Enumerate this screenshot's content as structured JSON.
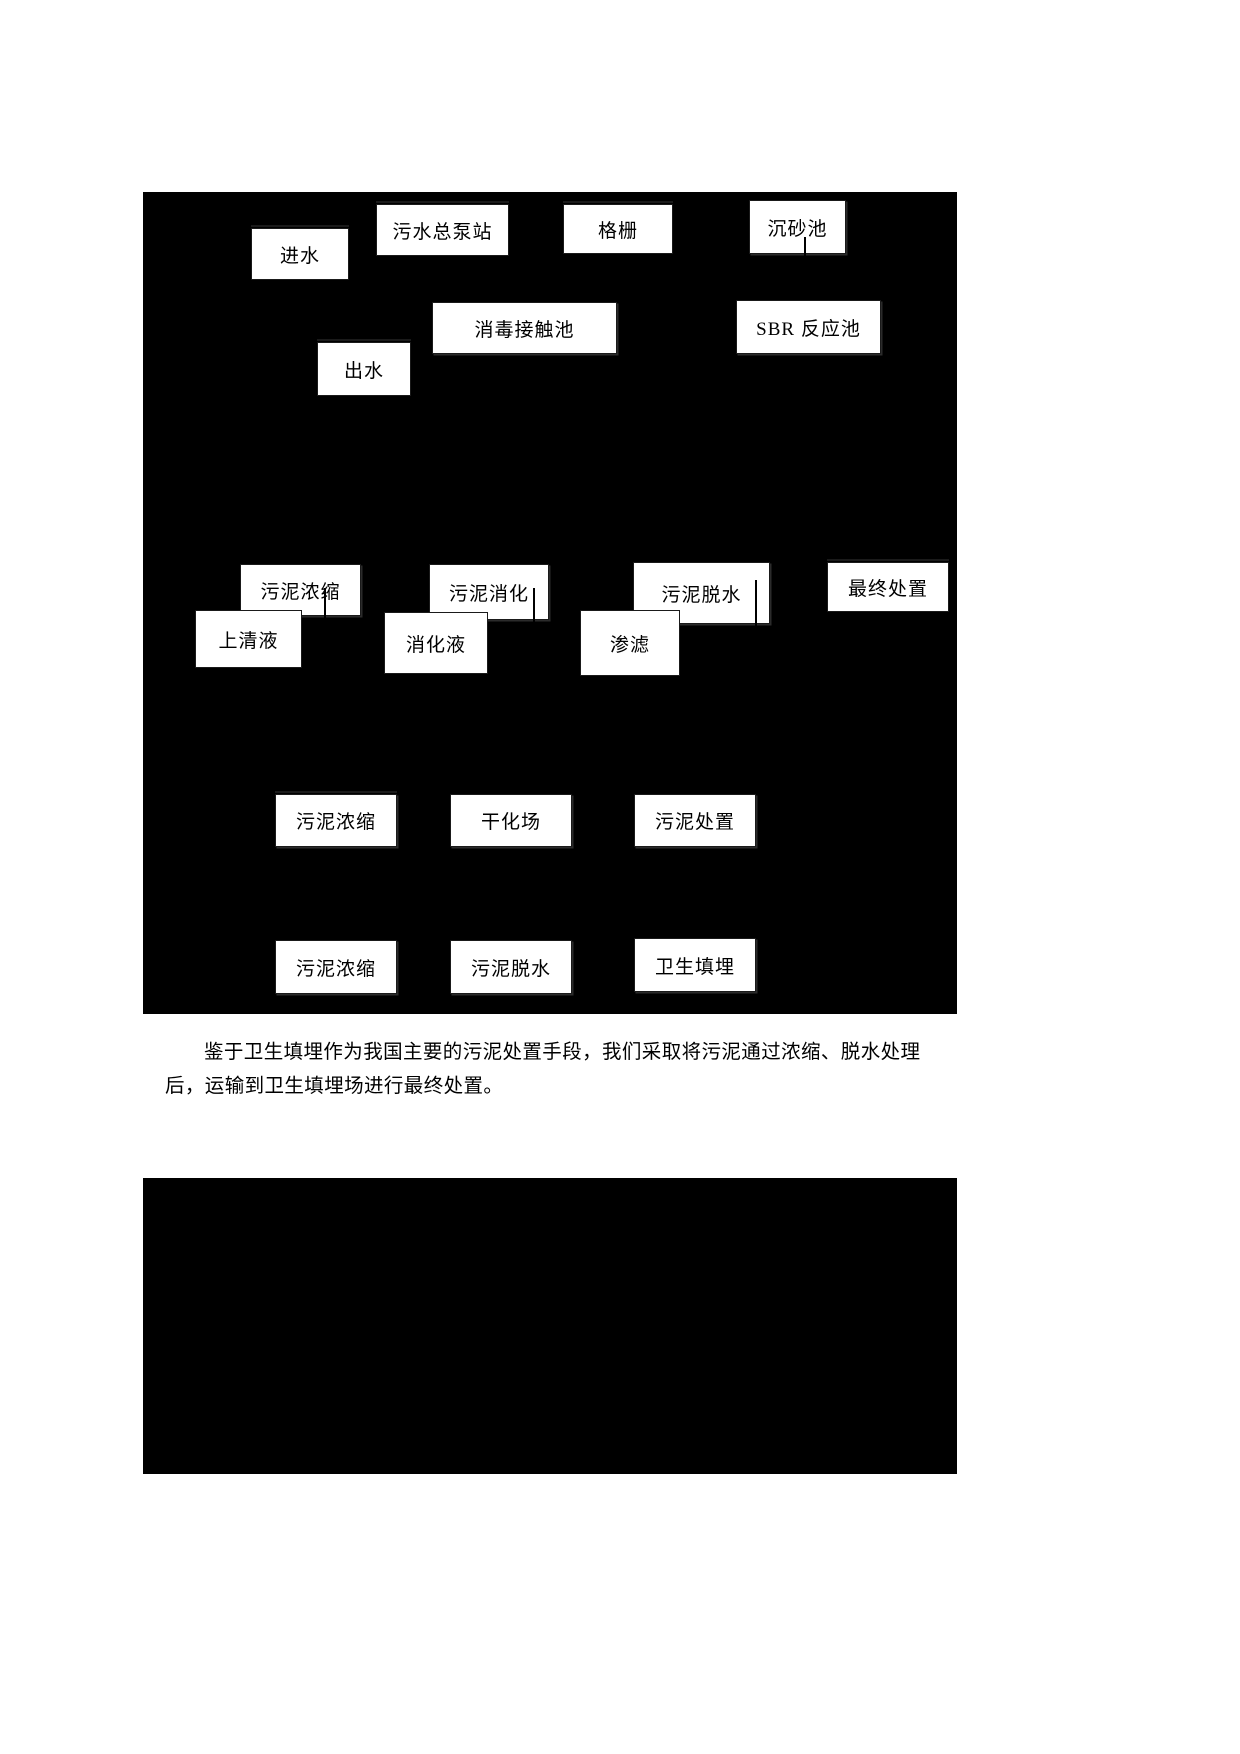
{
  "document": {
    "page_background": "#ffffff",
    "figure_background": "#000000",
    "box_fill": "#ffffff",
    "box_border": "#1a1a1a"
  },
  "diagram": {
    "title": "",
    "rows": [
      {
        "name": "intake-row",
        "nodes": [
          {
            "label": "进水"
          },
          {
            "label": "污水总泵站"
          },
          {
            "label": "格栅"
          },
          {
            "label": "沉砂池"
          }
        ]
      },
      {
        "name": "treatment-row",
        "nodes": [
          {
            "label": "出水"
          },
          {
            "label": "消毒接触池"
          },
          {
            "label": "SBR 反应池"
          }
        ]
      },
      {
        "name": "sludge-main-row",
        "nodes": [
          {
            "label": "污泥浓缩"
          },
          {
            "label": "污泥消化"
          },
          {
            "label": "污泥脱水"
          },
          {
            "label": "最终处置"
          }
        ]
      },
      {
        "name": "liquid-row",
        "nodes": [
          {
            "label": "上清液"
          },
          {
            "label": "消化液"
          },
          {
            "label": "渗滤"
          }
        ]
      },
      {
        "name": "drying-row",
        "nodes": [
          {
            "label": "污泥浓缩"
          },
          {
            "label": "干化场"
          },
          {
            "label": "污泥处置"
          }
        ]
      },
      {
        "name": "landfill-row",
        "nodes": [
          {
            "label": "污泥浓缩"
          },
          {
            "label": "污泥脱水"
          },
          {
            "label": "卫生填埋"
          }
        ]
      }
    ]
  },
  "caption": {
    "paragraph": "鉴于卫生填埋作为我国主要的污泥处置手段，我们采取将污泥通过浓缩、脱水处理后，运输到卫生填埋场进行最终处置。"
  }
}
